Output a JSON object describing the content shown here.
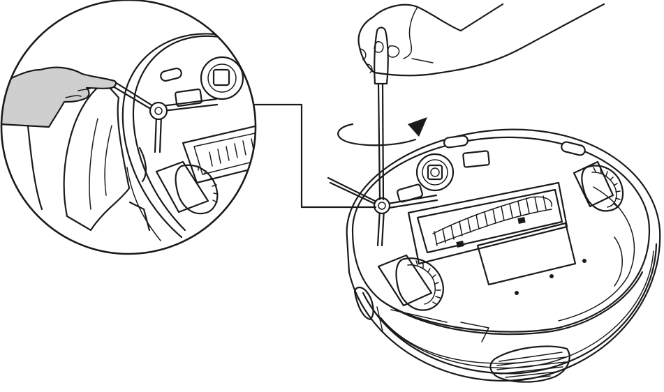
{
  "figure": {
    "background": "#ffffff",
    "line_color": "#1a1a1a",
    "cloth_color": "#cfcfcf",
    "icons": [
      "robot-vacuum-underside",
      "side-brush",
      "screwdriver",
      "hand",
      "rotation-arrow",
      "magnified-detail-circle",
      "cleaning-cloth"
    ]
  }
}
